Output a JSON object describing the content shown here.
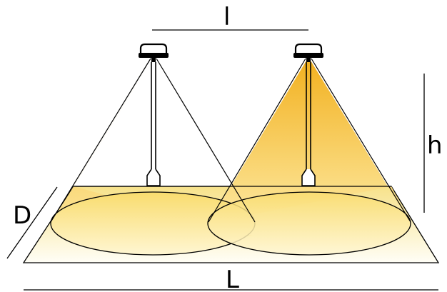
{
  "labels": {
    "spacing": "l",
    "height": "h",
    "length": "L",
    "depth": "D"
  },
  "colors": {
    "beam_top": "#f2b01e",
    "beam_bottom": "#fde9a0",
    "floor_top": "#f7e28a",
    "floor_bottom": "#fffef6",
    "stroke": "#000000",
    "fixture_fill": "#ffffff"
  },
  "icons": {
    "fixture": "pendant-light-icon"
  },
  "fixtures": [
    {
      "name": "light-fixture-left"
    },
    {
      "name": "light-fixture-right"
    }
  ]
}
